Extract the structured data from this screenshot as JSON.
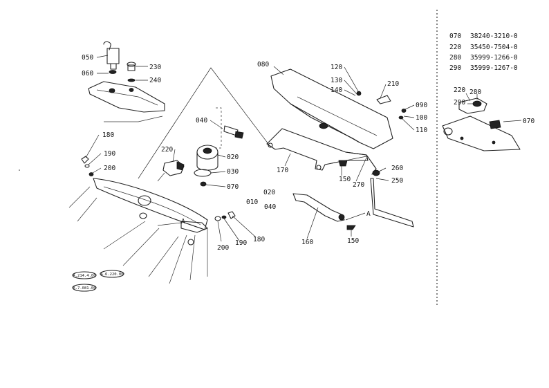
{
  "diagram": {
    "labels": {
      "p050": "050",
      "p060": "060",
      "p230": "230",
      "p240": "240",
      "p180a": "180",
      "p190a": "190",
      "p200a": "200",
      "p040": "040",
      "p220": "220",
      "p020": "020",
      "p030": "030",
      "p070": "070",
      "p020b": "020",
      "p010": "010",
      "p040b": "040",
      "p200b": "200",
      "p190b": "190",
      "p180b": "180",
      "p080": "080",
      "p120": "120",
      "p130": "130",
      "p140": "140",
      "p210": "210",
      "p090": "090",
      "p100": "100",
      "p110": "110",
      "p170": "170",
      "p150a": "150",
      "p270": "270",
      "p260": "260",
      "p250": "250",
      "p160": "160",
      "p150b": "150",
      "markerA1": "A",
      "markerA2": "A",
      "inset220": "220",
      "inset280": "280",
      "inset290": "290",
      "inset070": "070"
    },
    "refs": [
      "A.214.4.00",
      "A.6.220.00",
      "A.7.081.00"
    ],
    "parts_table": [
      {
        "ref": "070",
        "part_no": "38240-3210-0"
      },
      {
        "ref": "220",
        "part_no": "35450-7504-0"
      },
      {
        "ref": "280",
        "part_no": "35999-1266-0"
      },
      {
        "ref": "290",
        "part_no": "35999-1267-0"
      }
    ]
  }
}
